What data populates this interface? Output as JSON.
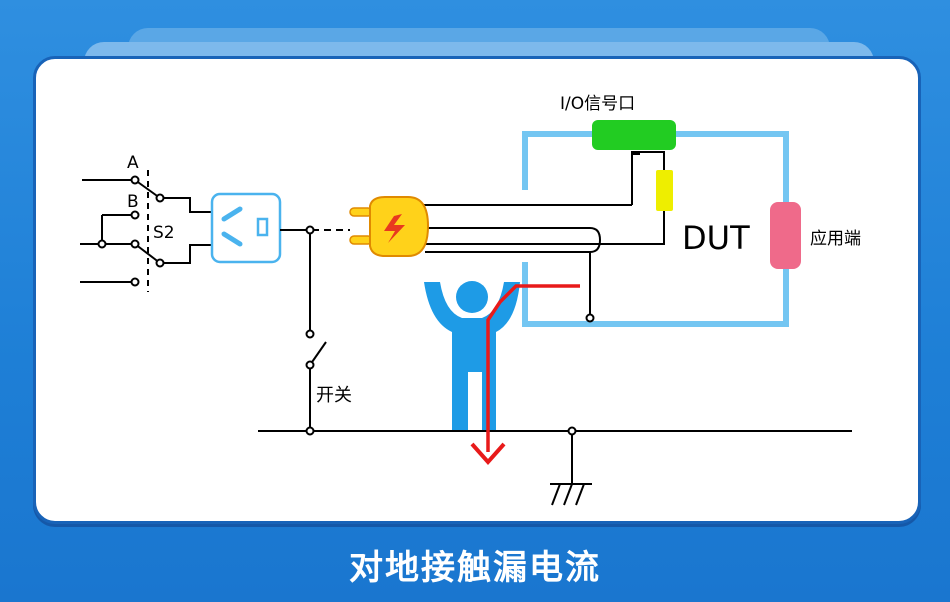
{
  "labels": {
    "a": "A",
    "b": "B",
    "s2": "S2",
    "io": "I/O信号口",
    "dut": "DUT",
    "app": "应用端",
    "switch": "开关"
  },
  "caption": "对地接触漏电流",
  "colors": {
    "background": "#1e7fd6",
    "dut_box": "#74c6f2",
    "io_port": "#22cc22",
    "io_block": "#eeee00",
    "app_port": "#ef6a8a",
    "person": "#1e9be6",
    "leak_path": "#e81a1a",
    "plug": "#ffd21a"
  }
}
